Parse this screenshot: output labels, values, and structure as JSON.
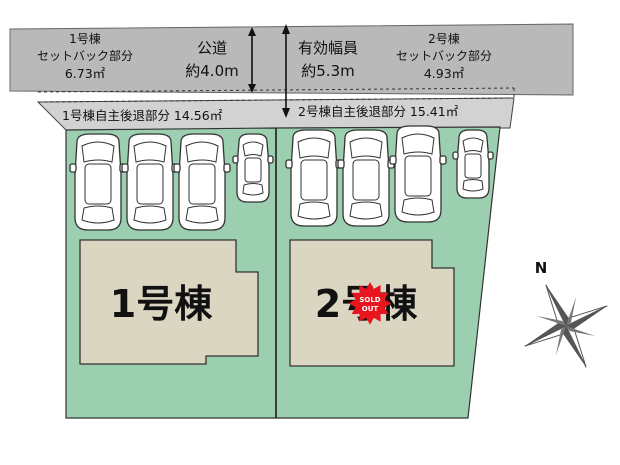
{
  "road": {
    "label_line1": "公道",
    "label_line2": "約4.0m",
    "width_label_line1": "有効幅員",
    "width_label_line2": "約5.3m"
  },
  "setback": {
    "lot1_line1": "1号棟",
    "lot1_line2": "セットバック部分",
    "lot1_line3": "6.73㎡",
    "lot2_line1": "2号棟",
    "lot2_line2": "セットバック部分",
    "lot2_line3": "4.93㎡"
  },
  "voluntary_setback": {
    "lot1": "1号棟自主後退部分 14.56㎡",
    "lot2": "2号棟自主後退部分 15.41㎡"
  },
  "buildings": {
    "lot1_label": "1号棟",
    "lot2_label": "2号棟"
  },
  "sold_badge": {
    "line1": "SOLD",
    "line2": "OUT"
  },
  "compass": {
    "north": "N"
  },
  "colors": {
    "road_gray": "#b9b9b9",
    "lot_green": "#9ccfb0",
    "building_beige": "#dbd6c2",
    "sold_red": "#e8141e"
  }
}
